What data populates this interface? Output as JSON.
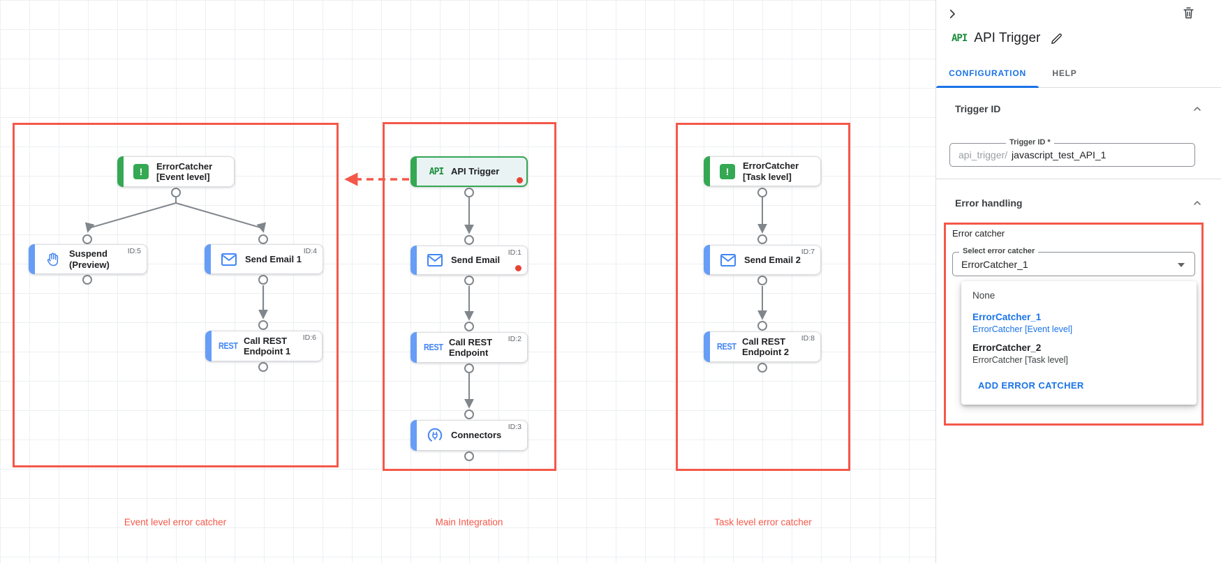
{
  "colors": {
    "accent_red": "#f4584a",
    "accent_green": "#34a853",
    "accent_blue": "#669df6",
    "icon_blue": "#4285f4",
    "link_blue": "#1a73e8",
    "status_dot_red": "#e94235"
  },
  "canvas": {
    "groups": [
      {
        "label": "Event level error catcher"
      },
      {
        "label": "Main Integration"
      },
      {
        "label": "Task level error catcher"
      }
    ],
    "nodes": [
      {
        "label": "ErrorCatcher\n[Event level]",
        "id_badge": "",
        "icon": "error-catcher-icon"
      },
      {
        "label": "Suspend\n(Preview)",
        "id_badge": "ID:5",
        "icon": "hand-icon"
      },
      {
        "label": "Send Email 1",
        "id_badge": "ID:4",
        "icon": "email-icon"
      },
      {
        "label": "Call REST\nEndpoint 1",
        "id_badge": "ID:6",
        "icon": "rest-icon"
      },
      {
        "label": "API Trigger",
        "id_badge": "",
        "icon": "api-icon"
      },
      {
        "label": "Send Email",
        "id_badge": "ID:1",
        "icon": "email-icon"
      },
      {
        "label": "Call REST\nEndpoint",
        "id_badge": "ID:2",
        "icon": "rest-icon"
      },
      {
        "label": "Connectors",
        "id_badge": "ID:3",
        "icon": "connector-icon"
      },
      {
        "label": "ErrorCatcher\n[Task level]",
        "id_badge": "",
        "icon": "error-catcher-icon"
      },
      {
        "label": "Send Email 2",
        "id_badge": "ID:7",
        "icon": "email-icon"
      },
      {
        "label": "Call REST\nEndpoint 2",
        "id_badge": "ID:8",
        "icon": "rest-icon"
      }
    ]
  },
  "panel": {
    "icon_text": "API",
    "title": "API Trigger",
    "tabs": [
      {
        "label": "CONFIGURATION"
      },
      {
        "label": "HELP"
      }
    ],
    "trigger_id": {
      "title": "Trigger ID",
      "field_label": "Trigger ID *",
      "prefix": "api_trigger/",
      "value": "javascript_test_API_1"
    },
    "error_handling": {
      "title": "Error handling",
      "group_label": "Error catcher",
      "select_label": "Select error catcher",
      "select_value": "ErrorCatcher_1",
      "options": [
        {
          "name": "None",
          "sub": ""
        },
        {
          "name": "ErrorCatcher_1",
          "sub": "ErrorCatcher [Event level]"
        },
        {
          "name": "ErrorCatcher_2",
          "sub": "ErrorCatcher [Task level]"
        }
      ],
      "add_button": "ADD ERROR CATCHER"
    }
  }
}
